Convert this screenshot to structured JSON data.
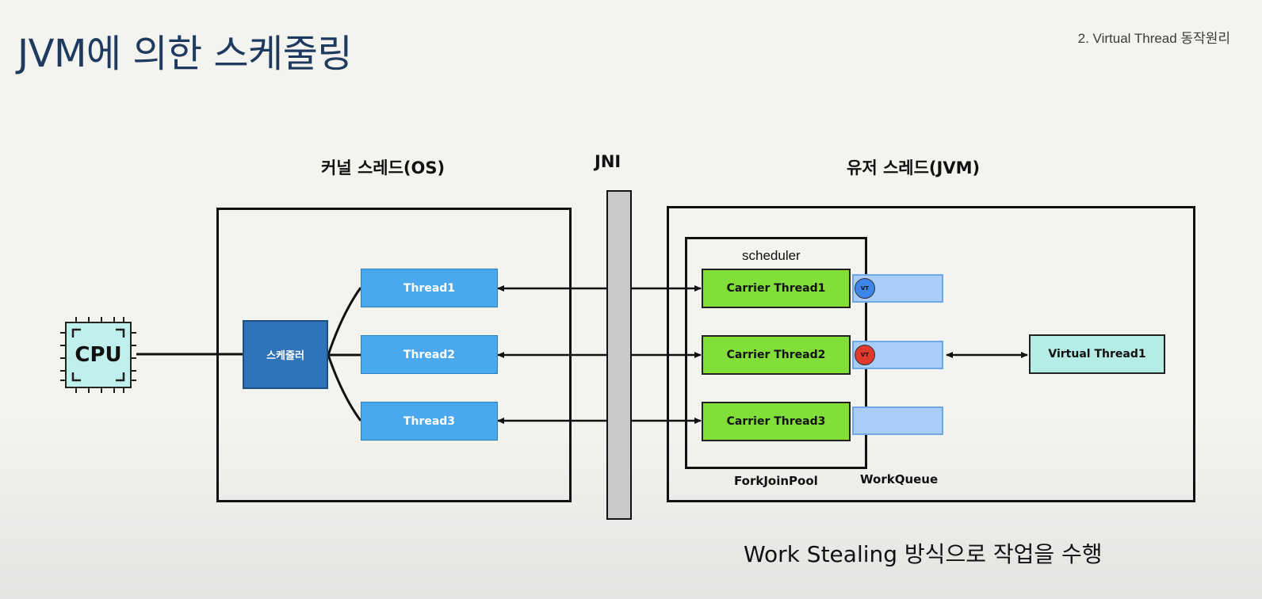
{
  "header": {
    "title": "JVM에 의한 스케줄링",
    "section": "2.  Virtual Thread 동작원리"
  },
  "diagram": {
    "kernel_heading": "커널 스레드(OS)",
    "jni_heading": "JNI",
    "user_heading": "유저 스레드(JVM)",
    "cpu_label": "CPU",
    "os_scheduler_label": "스케줄러",
    "threads": [
      "Thread1",
      "Thread2",
      "Thread3"
    ],
    "scheduler_label": "scheduler",
    "carrier_threads": [
      "Carrier Thread1",
      "Carrier Thread2",
      "Carrier Thread3"
    ],
    "vt_badge": "VT",
    "virtual_thread_label": "Virtual Thread1",
    "forkjoinpool_label": "ForkJoinPool",
    "workqueue_label": "WorkQueue",
    "colors": {
      "vt_badge_blue": "#3d86e8",
      "vt_badge_red": "#e0392e",
      "thread": "#4aa8ef",
      "carrier": "#82df3a",
      "virtual_thread": "#b5ece6"
    }
  },
  "footer": {
    "text": "Work Stealing 방식으로 작업을 수행"
  }
}
